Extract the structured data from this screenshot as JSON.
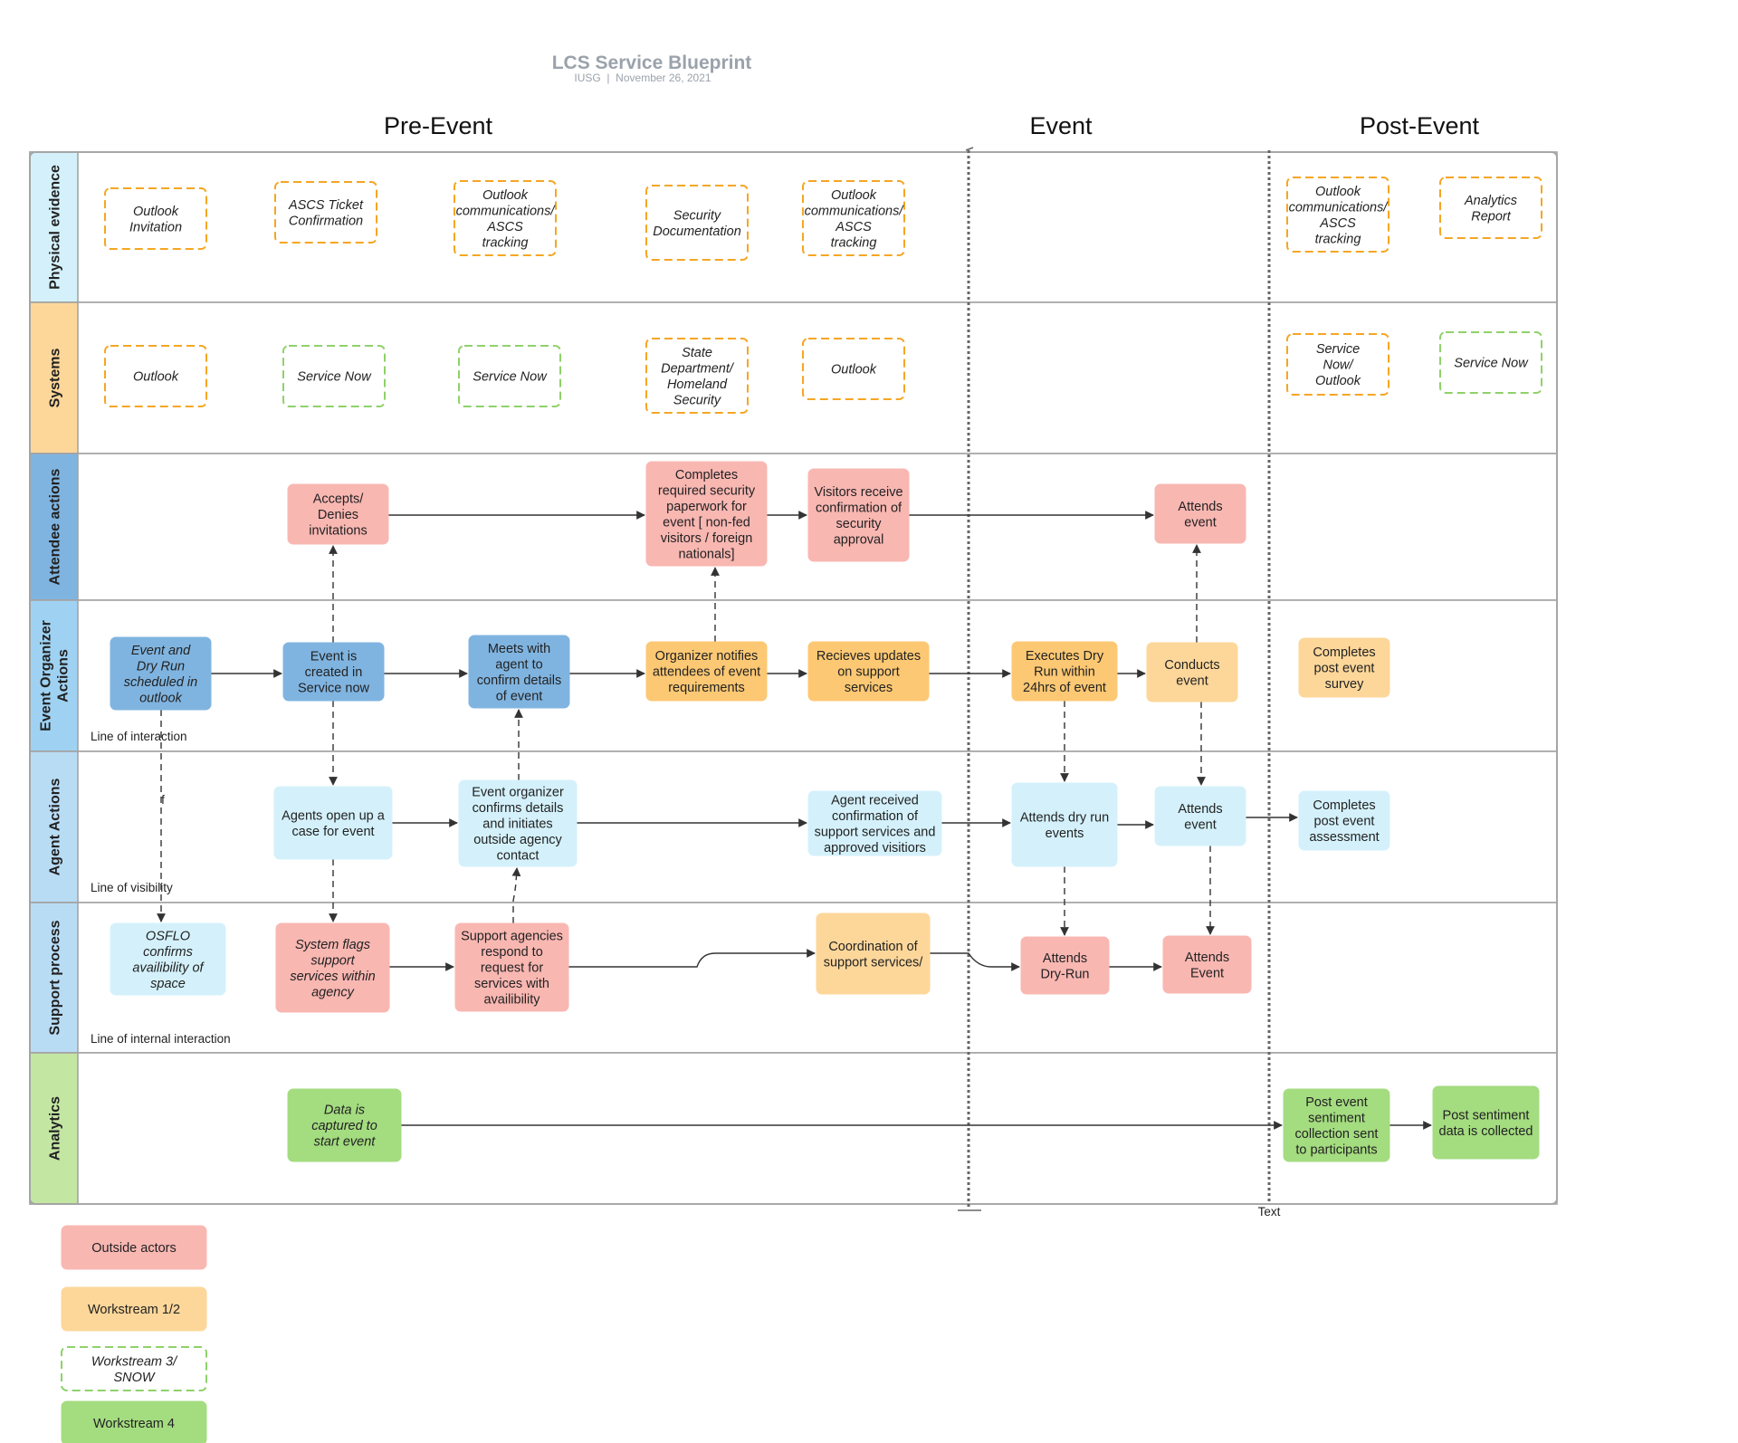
{
  "title": "LCS Service Blueprint",
  "subtitle": "IUSG  |  November 26, 2021",
  "phases": [
    "Pre-Event",
    "Event",
    "Post-Event"
  ],
  "lanes": [
    "Physical evidence",
    "Systems",
    "Attendee actions",
    "Event Organizer Actions",
    "Agent Actions",
    "Support process",
    "Analytics"
  ],
  "line_labels": [
    "Line of interaction",
    "Line of visibility",
    "Line of internal interaction"
  ],
  "divider_label": "Text",
  "edge_label": "f",
  "colors": {
    "outside": "#f9b7b2",
    "ws12_light": "#fdd79a",
    "ws12_orange": "#fcc873",
    "blue_dark": "#80b4e0",
    "blue_light": "#d4f1fb",
    "green": "#a4dc80",
    "lane_physical": "#d4f1fb",
    "lane_systems": "#fdd79a",
    "lane_attendee": "#80b4e0",
    "lane_organizer": "#9fd2f2",
    "lane_agent": "#b9dcf5",
    "lane_support": "#b9dcf5",
    "lane_analytics": "#c3e6a3",
    "dash_orange": "#f5a623",
    "dash_green": "#8fd16a"
  },
  "nodes": [
    {
      "id": "pe1",
      "text": [
        "Outlook",
        "Invitation"
      ]
    },
    {
      "id": "pe2",
      "text": [
        "ASCS Ticket",
        "Confirmation"
      ]
    },
    {
      "id": "pe3",
      "text": [
        "Outlook",
        "communications/",
        "ASCS",
        "tracking"
      ]
    },
    {
      "id": "pe4",
      "text": [
        "Security",
        "Documentation"
      ]
    },
    {
      "id": "pe5",
      "text": [
        "Outlook",
        "communications/",
        "ASCS",
        "tracking"
      ]
    },
    {
      "id": "pe6",
      "text": [
        "Outlook",
        "communications/",
        "ASCS",
        "tracking"
      ]
    },
    {
      "id": "pe7",
      "text": [
        "Analytics",
        "Report"
      ]
    },
    {
      "id": "sy1",
      "text": [
        "Outlook"
      ]
    },
    {
      "id": "sy2",
      "text": [
        "Service Now"
      ]
    },
    {
      "id": "sy3",
      "text": [
        "Service Now"
      ]
    },
    {
      "id": "sy4",
      "text": [
        "State",
        "Department/",
        "Homeland",
        "Security"
      ]
    },
    {
      "id": "sy5",
      "text": [
        "Outlook"
      ]
    },
    {
      "id": "sy6",
      "text": [
        "Service",
        "Now/",
        "Outlook"
      ]
    },
    {
      "id": "sy7",
      "text": [
        "Service Now"
      ]
    },
    {
      "id": "at1",
      "text": [
        "Accepts/",
        "Denies",
        "invitations"
      ]
    },
    {
      "id": "at2",
      "text": [
        "Completes",
        "required security",
        "paperwork for",
        "event [ non-fed",
        "visitors / foreign",
        "nationals]"
      ]
    },
    {
      "id": "at3",
      "text": [
        "Visitors receive",
        "confirmation of",
        "security",
        "approval"
      ]
    },
    {
      "id": "at4",
      "text": [
        "Attends",
        "event"
      ]
    },
    {
      "id": "eo1",
      "text": [
        "Event and",
        "Dry Run",
        "scheduled in",
        "outlook"
      ]
    },
    {
      "id": "eo2",
      "text": [
        "Event is",
        "created in",
        "Service now"
      ]
    },
    {
      "id": "eo3",
      "text": [
        "Meets with",
        "agent to",
        "confirm details",
        "of event"
      ]
    },
    {
      "id": "eo4",
      "text": [
        "Organizer notifies",
        "attendees of event",
        "requirements"
      ]
    },
    {
      "id": "eo5",
      "text": [
        "Recieves updates",
        "on support",
        "services"
      ]
    },
    {
      "id": "eo6",
      "text": [
        "Executes Dry",
        "Run within",
        "24hrs of event"
      ]
    },
    {
      "id": "eo7",
      "text": [
        "Conducts",
        "event"
      ]
    },
    {
      "id": "eo8",
      "text": [
        "Completes",
        "post event",
        "survey"
      ]
    },
    {
      "id": "ag1",
      "text": [
        "Agents open up a",
        "case for event"
      ]
    },
    {
      "id": "ag2",
      "text": [
        "Event organizer",
        "confirms details",
        "and initiates",
        "outside agency",
        "contact"
      ]
    },
    {
      "id": "ag3",
      "text": [
        "Agent received",
        "confirmation of",
        "support services and",
        "approved visitiors"
      ]
    },
    {
      "id": "ag4",
      "text": [
        "Attends dry run",
        "events"
      ]
    },
    {
      "id": "ag5",
      "text": [
        "Attends",
        "event"
      ]
    },
    {
      "id": "ag6",
      "text": [
        "Completes",
        "post event",
        "assessment"
      ]
    },
    {
      "id": "sp1",
      "text": [
        "OSFLO",
        "confirms",
        "availibility of",
        "space"
      ]
    },
    {
      "id": "sp2",
      "text": [
        "System flags",
        "support",
        "services within",
        "agency"
      ]
    },
    {
      "id": "sp3",
      "text": [
        "Support agencies",
        "respond to",
        "request for",
        "services with",
        "availibility"
      ]
    },
    {
      "id": "sp4",
      "text": [
        "Coordination of",
        "support services/"
      ]
    },
    {
      "id": "sp5",
      "text": [
        "Attends",
        "Dry-Run"
      ]
    },
    {
      "id": "sp6",
      "text": [
        "Attends",
        "Event"
      ]
    },
    {
      "id": "an1",
      "text": [
        "Data is",
        "captured to",
        "start event"
      ]
    },
    {
      "id": "an2",
      "text": [
        "Post event",
        "sentiment",
        "collection sent",
        "to participants"
      ]
    },
    {
      "id": "an3",
      "text": [
        "Post sentiment",
        "data is collected"
      ]
    }
  ],
  "legend": [
    {
      "text": [
        "Outside actors"
      ]
    },
    {
      "text": [
        "Workstream 1/2"
      ]
    },
    {
      "text": [
        "Workstream 3/",
        "SNOW"
      ]
    },
    {
      "text": [
        "Workstream 4"
      ]
    }
  ]
}
